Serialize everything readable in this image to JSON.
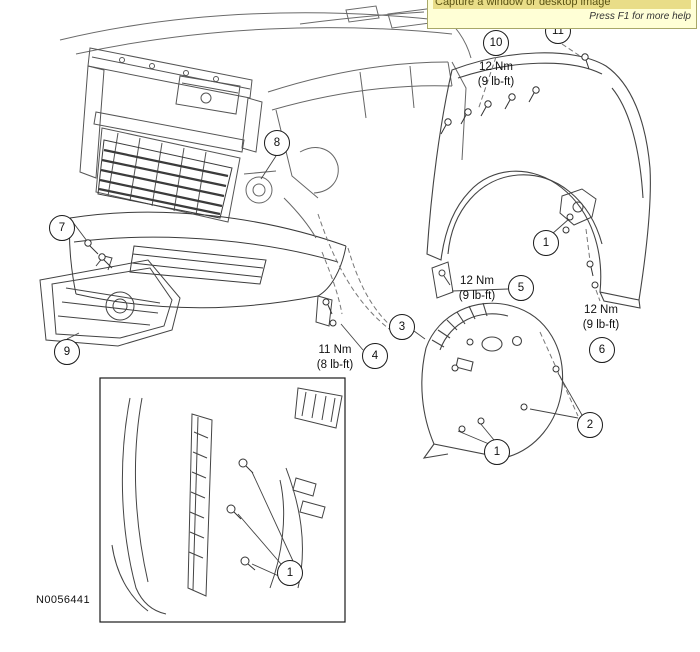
{
  "tooltip": {
    "title": "Capture a window or desktop image",
    "help": "Press F1 for more help"
  },
  "colors": {
    "tooltip_bg": "#ffffd6",
    "line_color": "#444444",
    "background": "#ffffff"
  },
  "figure": {
    "description": "Exploded service diagram of vehicle front end: fender, headlamp, bumper fascia and fender splash shield with fastener callouts",
    "part_number": "N0056441",
    "callouts": [
      {
        "label": "10"
      },
      {
        "label": "11"
      },
      {
        "label": "8"
      },
      {
        "label": "7"
      },
      {
        "label": "9"
      },
      {
        "label": "1"
      },
      {
        "label": "5"
      },
      {
        "label": "6"
      },
      {
        "label": "3"
      },
      {
        "label": "4"
      },
      {
        "label": "2"
      },
      {
        "label": "1"
      },
      {
        "label": "1"
      }
    ],
    "torque_labels": [
      {
        "line1": "12 Nm",
        "line2": "(9 lb-ft)"
      },
      {
        "line1": "12 Nm",
        "line2": "(9 lb-ft)"
      },
      {
        "line1": "12 Nm",
        "line2": "(9 lb-ft)"
      },
      {
        "line1": "11 Nm",
        "line2": "(8 lb-ft)"
      }
    ]
  }
}
